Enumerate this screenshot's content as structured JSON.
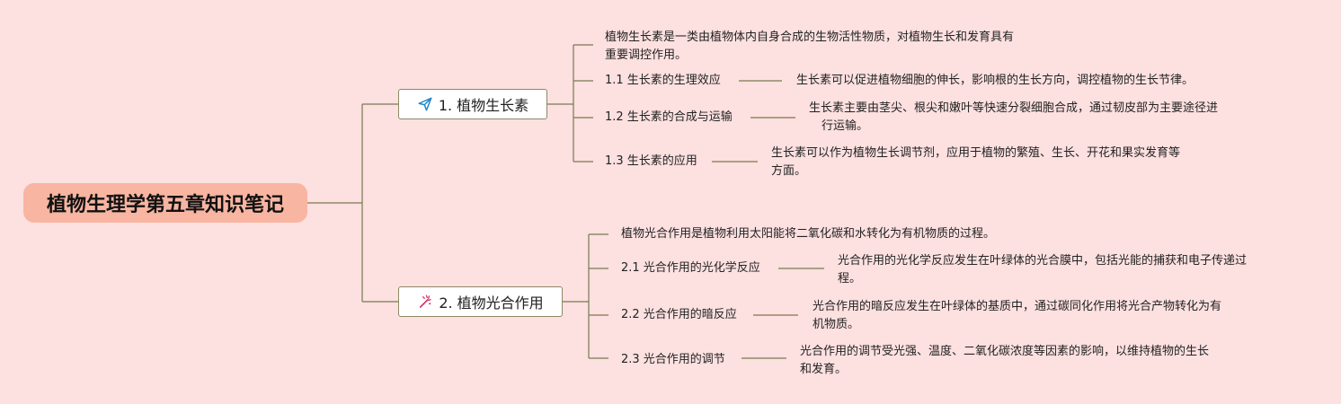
{
  "root": {
    "title": "植物生理学第五章知识笔记"
  },
  "branches": [
    {
      "label": "1. 植物生长素",
      "icon": "paper-plane-icon",
      "intro": [
        "植物生长素是一类由植物体内自身合成的生物活性物质，对植物生长和发育具有",
        "重要调控作用。"
      ],
      "items": [
        {
          "label": "1.1 生长素的生理效应",
          "detail": [
            "生长素可以促进植物细胞的伸长，影响根的生长方向，调控植物的生长节律。"
          ]
        },
        {
          "label": "1.2 生长素的合成与运输",
          "detail": [
            "生长素主要由茎尖、根尖和嫩叶等快速分裂细胞合成，通过韧皮部为主要途径进",
            "行运输。"
          ]
        },
        {
          "label": "1.3 生长素的应用",
          "detail": [
            "生长素可以作为植物生长调节剂，应用于植物的繁殖、生长、开花和果实发育等",
            "方面。"
          ]
        }
      ]
    },
    {
      "label": "2. 植物光合作用",
      "icon": "magic-wand-icon",
      "intro": [
        "植物光合作用是植物利用太阳能将二氧化碳和水转化为有机物质的过程。"
      ],
      "items": [
        {
          "label": "2.1 光合作用的光化学反应",
          "detail": [
            "光合作用的光化学反应发生在叶绿体的光合膜中，包括光能的捕获和电子传递过",
            "程。"
          ]
        },
        {
          "label": "2.2 光合作用的暗反应",
          "detail": [
            "光合作用的暗反应发生在叶绿体的基质中，通过碳同化作用将光合产物转化为有",
            "机物质。"
          ]
        },
        {
          "label": "2.3 光合作用的调节",
          "detail": [
            "光合作用的调节受光强、温度、二氧化碳浓度等因素的影响，以维持植物的生长",
            "和发育。"
          ]
        }
      ]
    }
  ],
  "colors": {
    "background": "#fde0e0",
    "root": "#f8b5a2",
    "line": "#7a7a50",
    "plane": "#1e88c9",
    "wand": "#d6336c"
  }
}
